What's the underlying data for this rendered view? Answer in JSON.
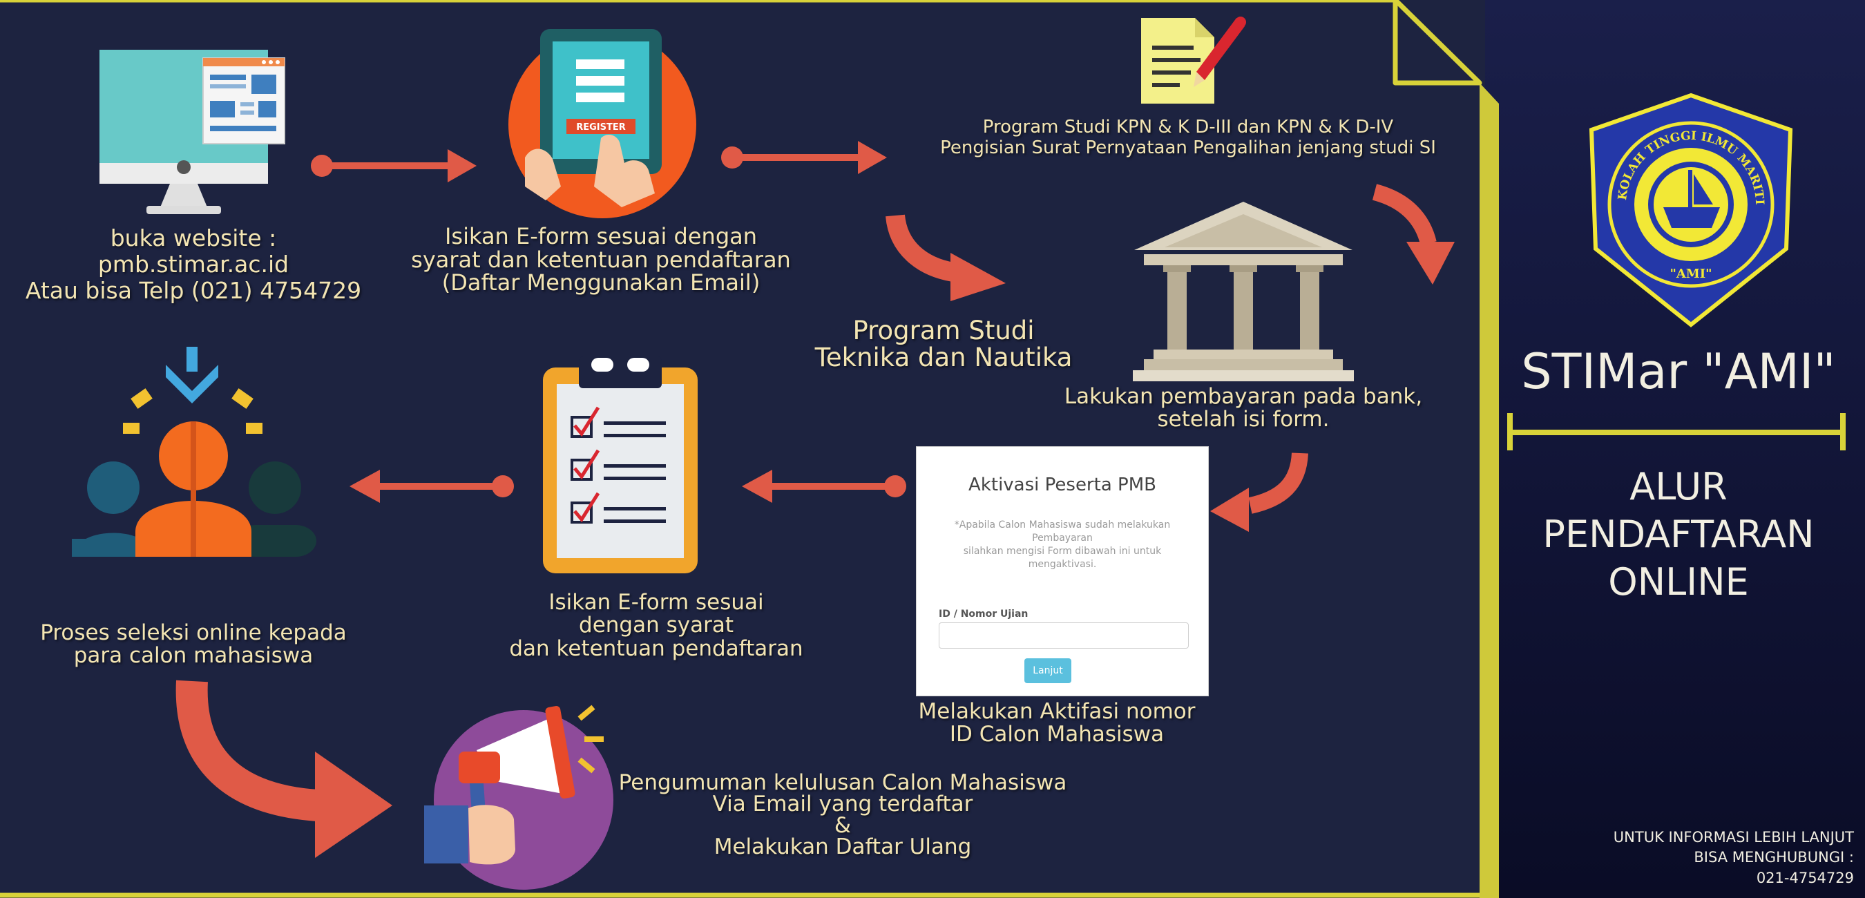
{
  "steps": {
    "website": {
      "line1": "buka website :",
      "line2": "pmb.stimar.ac.id",
      "line3": "Atau bisa Telp (021) 4754729"
    },
    "eform_email": {
      "line1": "Isikan E-form sesuai dengan",
      "line2": "syarat dan ketentuan pendaftaran",
      "line3": "(Daftar Menggunakan Email)"
    },
    "kpn": {
      "line1": "Program Studi KPN & K D-III dan KPN & K D-IV",
      "line2": "Pengisian Surat Pernyataan Pengalihan jenjang studi SI"
    },
    "teknika": {
      "line1": "Program Studi",
      "line2": "Teknika dan Nautika"
    },
    "bank": {
      "line1": "Lakukan pembayaran pada bank,",
      "line2": "setelah isi form."
    },
    "eform_syarat": {
      "line1": "Isikan E-form sesuai",
      "line2": "dengan  syarat",
      "line3": "dan ketentuan pendaftaran"
    },
    "seleksi": {
      "line1": "Proses seleksi online kepada",
      "line2": "para calon mahasiswa"
    },
    "aktifasi": {
      "line1": "Melakukan Aktifasi nomor",
      "line2": "ID Calon Mahasiswa"
    },
    "pengumuman": {
      "line1": "Pengumuman kelulusan  Calon Mahasiswa",
      "line2": "Via Email yang terdaftar",
      "line3": "&",
      "line4": "Melakukan Daftar Ulang"
    }
  },
  "icons": {
    "register_button": "REGISTER"
  },
  "form_card": {
    "title": "Aktivasi Peserta PMB",
    "note_line1": "*Apabila Calon Mahasiswa sudah melakukan Pembayaran",
    "note_line2": "silahkan mengisi Form dibawah ini untuk mengaktivasi.",
    "field_label": "ID / Nomor Ujian",
    "field_value": "",
    "button_label": "Lanjut"
  },
  "sidebar": {
    "logo_text_top": "SEKOLAH TINGGI ILMU MARITIM",
    "logo_text_bottom": "\"AMI\"",
    "brand": "STIMar \"AMI\"",
    "heading_line1": "ALUR",
    "heading_line2": "PENDAFTARAN",
    "heading_line3": "ONLINE",
    "contact_line1": "UNTUK INFORMASI LEBIH LANJUT",
    "contact_line2": "BISA MENGHUBUNGI :",
    "contact_line3": "021-4754729"
  },
  "colors": {
    "background": "#1d2340",
    "label_text": "#f3e5b3",
    "arrow": "#e05a47",
    "frame": "#d8d239",
    "sidebar": "#12183a"
  }
}
